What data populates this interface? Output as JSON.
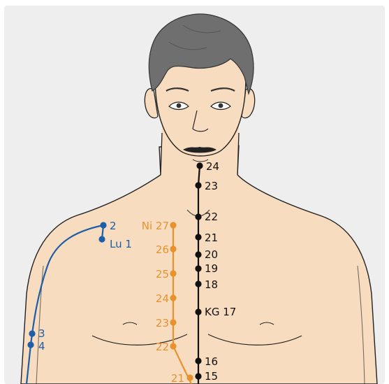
{
  "colors": {
    "background": "#eeeeee",
    "skin": "#f8dcbf",
    "hair": "#6f6f6f",
    "conception_vessel": "#111111",
    "kidney_channel": "#e8922f",
    "lung_channel": "#1c5ea8"
  },
  "conception_vessel": {
    "points": [
      {
        "label": "24"
      },
      {
        "label": "23"
      },
      {
        "label": "22"
      },
      {
        "label": "21"
      },
      {
        "label": "20"
      },
      {
        "label": "19"
      },
      {
        "label": "18"
      },
      {
        "label": "KG 17"
      },
      {
        "label": "16"
      },
      {
        "label": "15"
      }
    ]
  },
  "kidney_channel": {
    "points": [
      {
        "label": "Ni 27"
      },
      {
        "label": "26"
      },
      {
        "label": "25"
      },
      {
        "label": "24"
      },
      {
        "label": "23"
      },
      {
        "label": "22"
      },
      {
        "label": "21"
      }
    ]
  },
  "lung_channel": {
    "points": [
      {
        "label": "2"
      },
      {
        "label": "Lu 1"
      },
      {
        "label": "3"
      },
      {
        "label": "4"
      }
    ]
  }
}
